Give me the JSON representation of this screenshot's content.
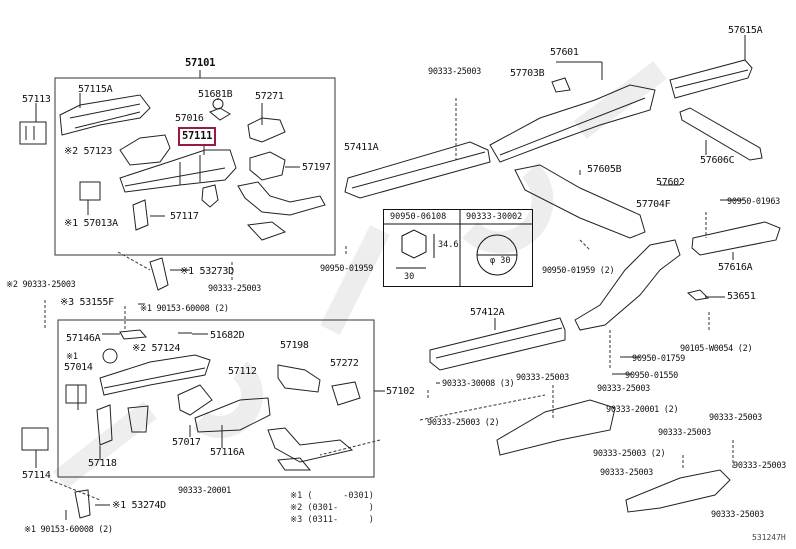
{
  "diagram": {
    "title_assembly_upper": "57101",
    "title_assembly_lower": "57102",
    "highlight_color": "#9b1b3f",
    "watermark_color": "#e8e8e8",
    "catalog_number": "531247H",
    "highlighted_part": "57111"
  },
  "labels": {
    "p57101": "57101",
    "p57113": "57113",
    "p57115A": "57115A",
    "p51681B": "51681B",
    "p57271": "57271",
    "p57016": "57016",
    "p57111": "57111",
    "p57123": "※2 57123",
    "p57197": "57197",
    "p157013A": "※1 57013A",
    "p57117": "57117",
    "p53273D": "※1 53273D",
    "p90333_25003_a": "90333-25003",
    "p90333_25003_b": "※2 90333-25003",
    "p53155F": "※3 53155F",
    "p90153_60008_a": "※1 90153-60008 (2)",
    "p57146A": "57146A",
    "p51682D": "51682D",
    "p57124": "※2 57124",
    "p57014_mark": "※1",
    "p57014": "57014",
    "p57112": "57112",
    "p57198": "57198",
    "p57272": "57272",
    "p57102": "57102",
    "p57118": "57118",
    "p57017": "57017",
    "p57116A": "57116A",
    "p57114": "57114",
    "p90333_20001_a": "90333-20001",
    "p53274D": "※1 53274D",
    "p90153_60008_b": "※1 90153-60008 (2)",
    "p90333_25003_top": "90333-25003",
    "p57601": "57601",
    "p57703B": "57703B",
    "p57615A": "57615A",
    "p57411A": "57411A",
    "p57606C": "57606C",
    "p57605B": "57605B",
    "p90950_01959": "90950-01959",
    "p57602": "57602",
    "p57704F": "57704F",
    "p90950_01963": "90950-01963",
    "p90950_01959_2": "90950-01959 (2)",
    "p57616A": "57616A",
    "p53651": "53651",
    "p57412A": "57412A",
    "p90105_W0054": "90105-W0054 (2)",
    "p90950_01759": "90950-01759",
    "p90950_01550": "90950-01550",
    "p90333_30008": "90333-30008 (3)",
    "p90333_25003_c": "90333-25003",
    "p90333_25003_d": "90333-25003",
    "p90333_20001_2": "90333-20001 (2)",
    "p90333_25003_2a": "90333-25003 (2)",
    "p90333_25003_2b": "90333-25003 (2)",
    "p90333_25003_e": "90333-25003",
    "p90333_25003_f": "90333-25003",
    "p90333_25003_g": "90333-25003",
    "p90333_25003_h": "90333-25003",
    "p90333_25003_i": "90333-25003"
  },
  "spec_box": {
    "left_part": "90950-06108",
    "right_part": "90333-30002",
    "hex_height": "34.6",
    "hex_width": "30",
    "circle_diameter": "φ 30"
  },
  "legend": [
    {
      "mark": "※1",
      "range": "(      -0301)"
    },
    {
      "mark": "※2",
      "range": "(0301-      )"
    },
    {
      "mark": "※3",
      "range": "(0311-      )"
    }
  ]
}
